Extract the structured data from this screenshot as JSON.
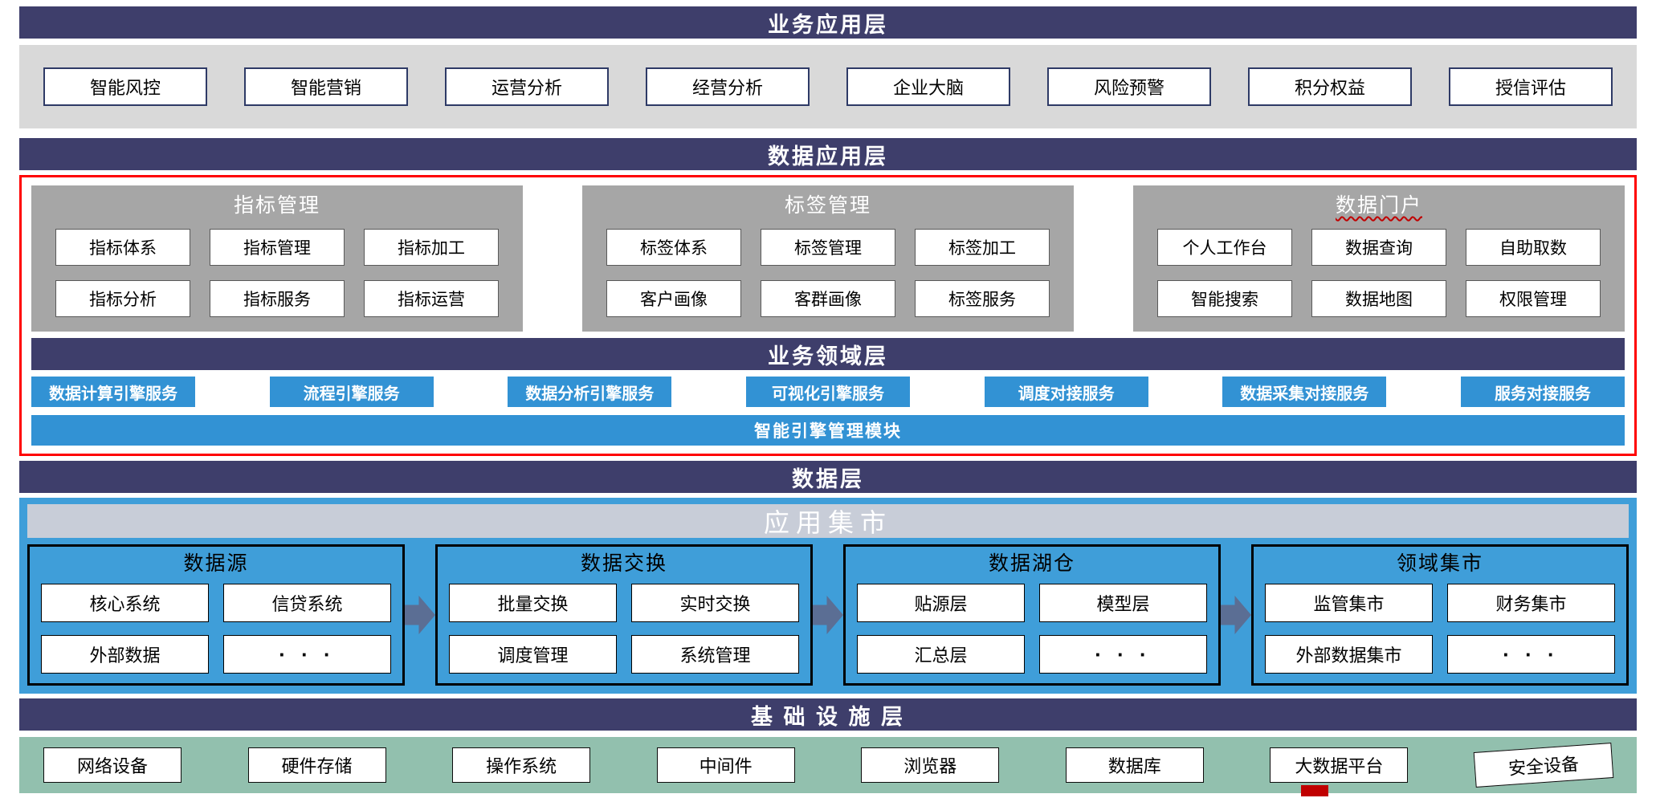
{
  "colors": {
    "layer_header_bg": "#3E3E6B",
    "band_gray": "#D9D9D9",
    "panel_gray": "#A6A6A6",
    "service_blue": "#3292D4",
    "data_region_blue": "#3F9ED9",
    "mart_bar_gray": "#C8CDD8",
    "infrastructure_green": "#92C0AE",
    "red_frame": "#FF0000",
    "flow_arrow": "#5B6E94",
    "box_border_navy": "#2E3A66"
  },
  "icons": {
    "flow_arrow": "right-block-arrow"
  },
  "business_app_layer": {
    "title": "业务应用层",
    "items": [
      "智能风控",
      "智能营销",
      "运营分析",
      "经营分析",
      "企业大脑",
      "风险预警",
      "积分权益",
      "授信评估"
    ]
  },
  "data_app_layer": {
    "title": "数据应用层",
    "panels": [
      {
        "title": "指标管理",
        "items": [
          "指标体系",
          "指标管理",
          "指标加工",
          "指标分析",
          "指标服务",
          "指标运营"
        ]
      },
      {
        "title": "标签管理",
        "items": [
          "标签体系",
          "标签管理",
          "标签加工",
          "客户画像",
          "客群画像",
          "标签服务"
        ]
      },
      {
        "title": "数据门户",
        "items": [
          "个人工作台",
          "数据查询",
          "自助取数",
          "智能搜索",
          "数据地图",
          "权限管理"
        ]
      }
    ]
  },
  "business_domain_layer": {
    "title": "业务领域层",
    "services": [
      "数据计算引擎服务",
      "流程引擎服务",
      "数据分析引擎服务",
      "可视化引擎服务",
      "调度对接服务",
      "数据采集对接服务",
      "服务对接服务"
    ],
    "engine_bar": "智能引擎管理模块"
  },
  "data_layer": {
    "title": "数据层",
    "mart_bar": "应用集市",
    "panels": [
      {
        "title": "数据源",
        "items": [
          "核心系统",
          "信贷系统",
          "外部数据",
          "· · ·"
        ]
      },
      {
        "title": "数据交换",
        "items": [
          "批量交换",
          "实时交换",
          "调度管理",
          "系统管理"
        ]
      },
      {
        "title": "数据湖仓",
        "items": [
          "贴源层",
          "模型层",
          "汇总层",
          "· · ·"
        ]
      },
      {
        "title": "领域集市",
        "items": [
          "监管集市",
          "财务集市",
          "外部数据集市",
          "· · ·"
        ]
      }
    ]
  },
  "infrastructure_layer": {
    "title": "基 础 设 施 层",
    "items": [
      "网络设备",
      "硬件存储",
      "操作系统",
      "中间件",
      "浏览器",
      "数据库",
      "大数据平台",
      "安全设备"
    ]
  }
}
